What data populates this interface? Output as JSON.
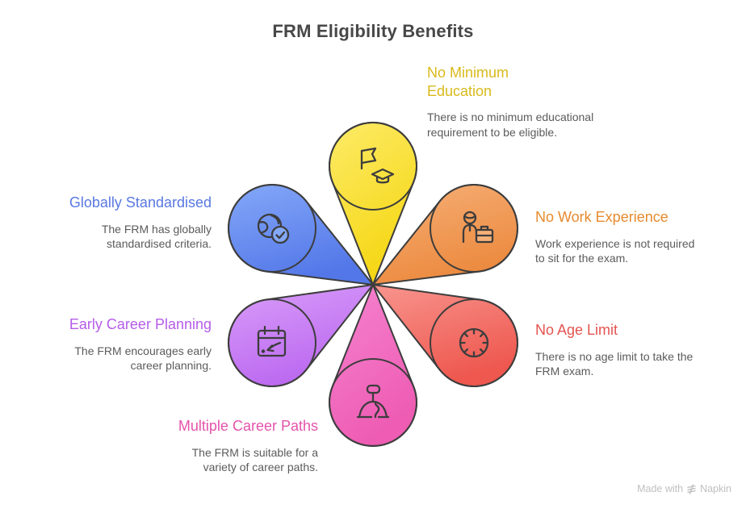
{
  "title": "FRM Eligibility Benefits",
  "colors": {
    "title_text": "#474747",
    "body_text": "#5b5b5b",
    "outline": "#3d3d3d",
    "watermark_text": "#c0c0c0"
  },
  "watermark": {
    "prefix": "Made with",
    "brand": "Napkin",
    "icon": "napkin-logo-icon"
  },
  "petals": [
    {
      "id": "no-minimum-education",
      "heading": "No Minimum Education",
      "description": "There is no minimum educational requirement to be eligible.",
      "icon": "graduation-flag-icon",
      "heading_color": "#d9ba1c",
      "fill_light": "#fdeb68",
      "fill_dark": "#f5d714"
    },
    {
      "id": "no-work-experience",
      "heading": "No Work Experience",
      "description": "Work experience is not required to sit for the exam.",
      "icon": "person-briefcase-icon",
      "heading_color": "#e78a2e",
      "fill_light": "#f6b078",
      "fill_dark": "#ec8a3f"
    },
    {
      "id": "no-age-limit",
      "heading": "No Age Limit",
      "description": "There is no age limit to take the FRM exam.",
      "icon": "clock-icon",
      "heading_color": "#e35450",
      "fill_light": "#f8958e",
      "fill_dark": "#ee584f"
    },
    {
      "id": "multiple-career-paths",
      "heading": "Multiple Career Paths",
      "description": "The FRM is suitable for a variety of career paths.",
      "icon": "signpost-path-icon",
      "heading_color": "#e453ab",
      "fill_light": "#f584d0",
      "fill_dark": "#ee5cb3"
    },
    {
      "id": "early-career-planning",
      "heading": "Early Career Planning",
      "description": "The FRM encourages early career planning.",
      "icon": "calendar-arrow-icon",
      "heading_color": "#b55ce8",
      "fill_light": "#d99ef9",
      "fill_dark": "#bb68f0"
    },
    {
      "id": "globally-standardised",
      "heading": "Globally Standardised",
      "description": "The FRM has globally standardised criteria.",
      "icon": "globe-check-icon",
      "heading_color": "#5878e2",
      "fill_light": "#84a8f8",
      "fill_dark": "#5377e8"
    }
  ]
}
